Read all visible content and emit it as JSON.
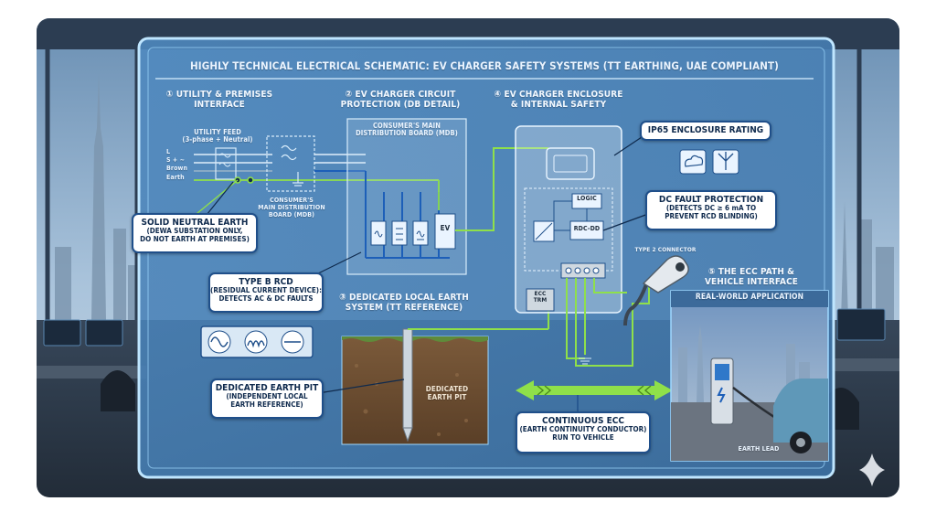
{
  "title": "HIGHLY TECHNICAL ELECTRICAL SCHEMATIC: EV CHARGER SAFETY SYSTEMS (TT EARTHING, UAE COMPLIANT)",
  "sections": {
    "s1": {
      "num": "①",
      "line1": "UTILITY & PREMISES",
      "line2": "INTERFACE"
    },
    "s2": {
      "num": "②",
      "line1": "EV CHARGER CIRCUIT",
      "line2": "PROTECTION (DB DETAIL)"
    },
    "s3": {
      "num": "③",
      "line1": "DEDICATED LOCAL EARTH",
      "line2": "SYSTEM (TT REFERENCE)"
    },
    "s4": {
      "num": "④",
      "line1": "EV CHARGER ENCLOSURE",
      "line2": "& INTERNAL SAFETY"
    },
    "s5": {
      "num": "⑤",
      "line1": "THE ECC PATH &",
      "line2": "VEHICLE INTERFACE"
    }
  },
  "utility": {
    "feed_line1": "UTILITY FEED",
    "feed_line2": "(3-phase + Neutral)",
    "conductors": [
      "L",
      "S + ~",
      "Brown",
      "Earth"
    ],
    "mdb_line1": "CONSUMER'S",
    "mdb_line2": "MAIN DISTRIBUTION",
    "mdb_line3": "BOARD (MDB)"
  },
  "db": {
    "header_line1": "CONSUMER'S MAIN",
    "header_line2": "DISTRIBUTION BOARD (MDB)",
    "ev_label": "EV"
  },
  "callouts": {
    "neutral": {
      "title": "SOLID NEUTRAL EARTH",
      "line1": "(DEWA SUBSTATION ONLY,",
      "line2": "DO NOT EARTH AT PREMISES)"
    },
    "rcd": {
      "title": "TYPE B RCD",
      "line1": "(RESIDUAL CURRENT DEVICE):",
      "line2": "DETECTS AC & DC FAULTS"
    },
    "pit": {
      "title": "DEDICATED EARTH PIT",
      "line1": "(INDEPENDENT LOCAL",
      "line2": "EARTH REFERENCE)"
    },
    "ip65": {
      "title": "IP65 ENCLOSURE RATING"
    },
    "dcfault": {
      "title": "DC FAULT PROTECTION",
      "line1": "(DETECTS DC ≥ 6 mA TO",
      "line2": "PREVENT RCD BLINDING)"
    },
    "ecc": {
      "title": "CONTINUOUS ECC",
      "line1": "(EARTH CONTINUITY CONDUCTOR)",
      "line2": "RUN TO VEHICLE"
    }
  },
  "enclosure": {
    "logic": "LOGIC",
    "rdc": "RDC-DD",
    "ecc_trm_1": "ECC",
    "ecc_trm_2": "TRM"
  },
  "earth_pit": {
    "line1": "DEDICATED",
    "line2": "EARTH PIT"
  },
  "connector_label": "TYPE 2 CONNECTOR",
  "real_world": {
    "title": "REAL-WORLD APPLICATION",
    "earth_lead": "EARTH LEAD"
  },
  "icons": [
    "sine-wave-icon",
    "pulsating-dc-icon",
    "dc-line-icon",
    "dust-cloud-icon",
    "water-jet-icon",
    "sparkle-icon"
  ],
  "colors": {
    "panel": "#4a82b8",
    "border": "#9fd8ff",
    "earth_green": "#8fe04a",
    "live_blue": "#1d5fb8",
    "callout_border": "#1f4f8a"
  }
}
